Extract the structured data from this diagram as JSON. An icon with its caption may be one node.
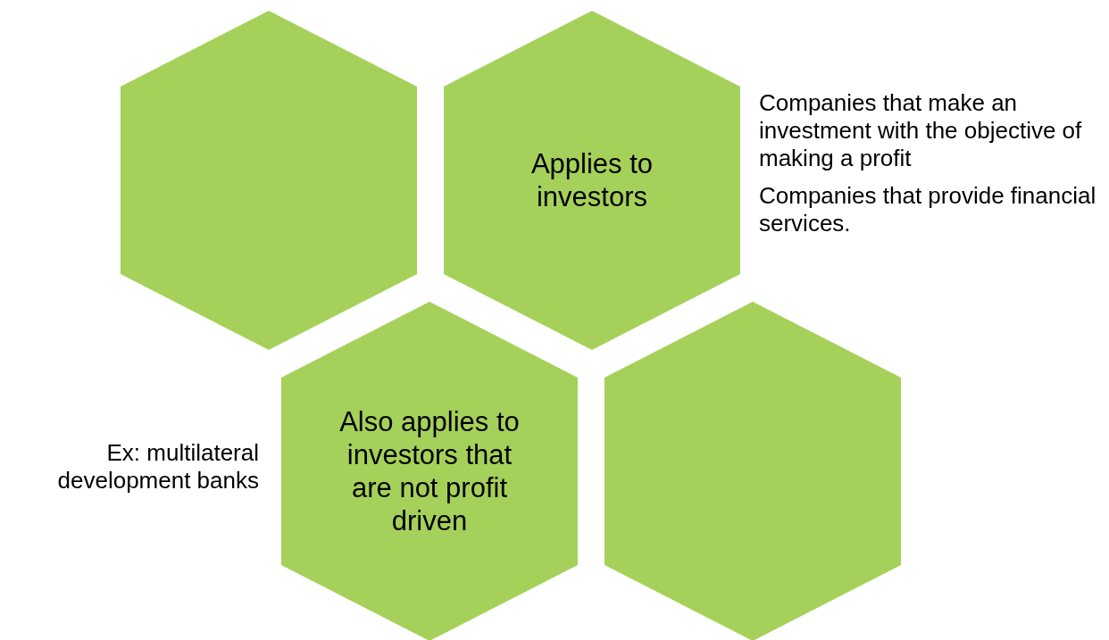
{
  "diagram": {
    "nodes": [
      {
        "text": [],
        "shape": "hexagon"
      },
      {
        "text": [
          "Applies to investors"
        ],
        "beside": [
          "Companies that make an investment with the objective of making a profit",
          "Companies that provide financial services."
        ]
      },
      {
        "text": [
          "Also applies to investors that are not profit driven"
        ],
        "beside": [
          "Ex: multilateral development banks"
        ]
      },
      {
        "text": [],
        "shape": "hexagon"
      }
    ]
  }
}
